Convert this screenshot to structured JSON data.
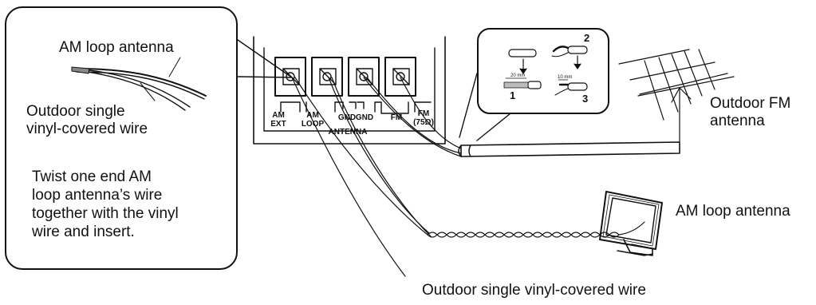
{
  "callout": {
    "antenna_label": "AM loop antenna",
    "wire_label_line1": "Outdoor single",
    "wire_label_line2": "vinyl-covered wire",
    "instruction_lines": [
      "Twist one end AM",
      "loop antenna’s wire",
      "together with the vinyl",
      "wire and insert."
    ]
  },
  "terminal_panel": {
    "am_ext_line1": "AM",
    "am_ext_line2": "EXT",
    "am_loop_line1": "AM",
    "am_loop_line2": "LOOP",
    "gnd1": "GND",
    "gnd2": "GND",
    "fm": "FM",
    "fm75_line1": "FM",
    "fm75_line2": "(75Ω)",
    "antenna": "ANTENNA"
  },
  "strip_detail": {
    "step1": "1",
    "step2": "2",
    "step3": "3",
    "len1": "20 mm",
    "len3": "10 mm"
  },
  "labels": {
    "outdoor_fm_line1": "Outdoor FM",
    "outdoor_fm_line2": "antenna",
    "am_loop_antenna": "AM loop antenna",
    "outdoor_wire_bottom": "Outdoor single vinyl-covered wire"
  }
}
